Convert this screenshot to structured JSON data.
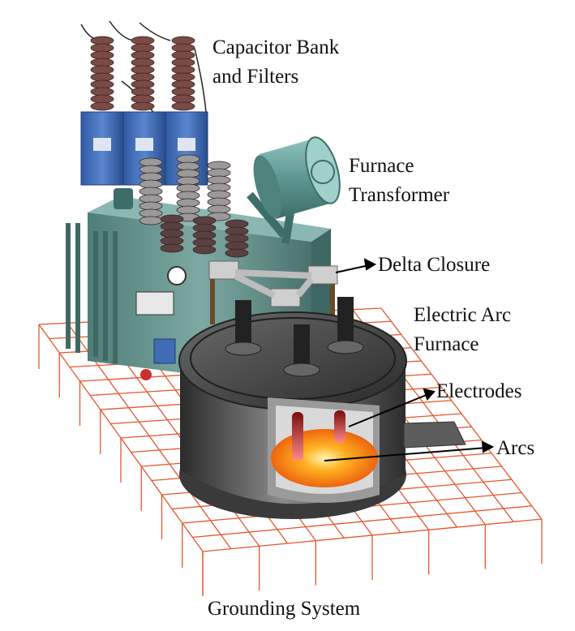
{
  "labels": {
    "capacitor_line1": "Capacitor Bank",
    "capacitor_line2": "and Filters",
    "transformer_line1": "Furnace",
    "transformer_line2": "Transformer",
    "delta": "Delta Closure",
    "furnace_line1": "Electric Arc",
    "furnace_line2": "Furnace",
    "electrodes": "Electrodes",
    "arcs": "Arcs",
    "grounding": "Grounding System"
  },
  "colors": {
    "grid": "#e4572e",
    "capacitor_blue": "#3f6cb5",
    "insulator_brown": "#7a4a45",
    "tank_teal": "#5f8f8a",
    "furnace_gray": "#4a4a4a",
    "arc_orange": "#f28a1a"
  }
}
